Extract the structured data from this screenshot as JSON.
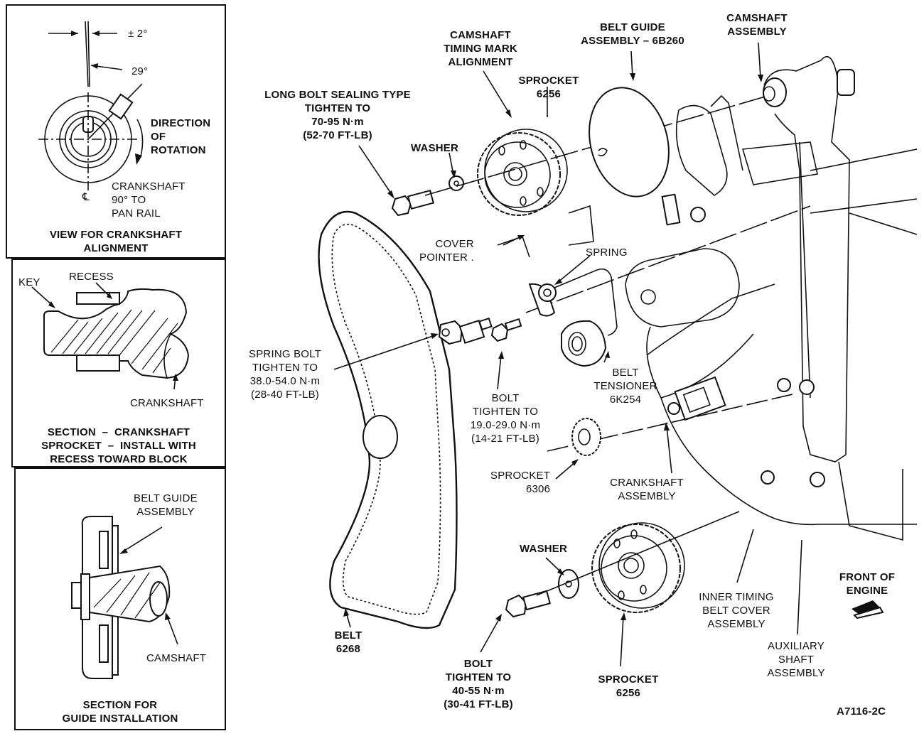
{
  "figure_id": "A7116-2C",
  "panels": {
    "crank_alignment": {
      "tolerance": "± 2°",
      "angle": "29°",
      "centerline_symbol": "℄",
      "direction": "DIRECTION\nOF\nROTATION",
      "note": "CRANKSHAFT\n90° TO\nPAN RAIL",
      "caption": "VIEW FOR CRANKSHAFT\nALIGNMENT"
    },
    "crank_sprocket_section": {
      "key": "KEY",
      "recess": "RECESS",
      "crankshaft": "CRANKSHAFT",
      "caption": "SECTION  –  CRANKSHAFT\nSPROCKET  –  INSTALL WITH\nRECESS TOWARD BLOCK"
    },
    "guide_section": {
      "belt_guide": "BELT GUIDE\nASSEMBLY",
      "camshaft": "CAMSHAFT",
      "caption": "SECTION FOR\nGUIDE INSTALLATION"
    }
  },
  "callouts": {
    "camshaft_timing": "CAMSHAFT\nTIMING MARK\nALIGNMENT",
    "belt_guide": "BELT GUIDE\nASSEMBLY – 6B260",
    "camshaft_assembly": "CAMSHAFT\nASSEMBLY",
    "sprocket_top": "SPROCKET\n6256",
    "long_bolt": "LONG BOLT SEALING TYPE\nTIGHTEN TO\n70-95 N·m\n(52-70 FT-LB)",
    "washer_top": "WASHER",
    "cover_pointer": "COVER\nPOINTER .",
    "spring": "SPRING",
    "spring_bolt": "SPRING BOLT\nTIGHTEN TO\n38.0-54.0 N·m\n(28-40 FT-LB)",
    "bolt_mid": "BOLT\nTIGHTEN TO\n19.0-29.0 N·m\n(14-21 FT-LB)",
    "belt_tensioner": "BELT\nTENSIONER\n6K254",
    "sprocket_crank": "SPROCKET\n6306",
    "crankshaft_assembly": "CRANKSHAFT\nASSEMBLY",
    "washer_bottom": "WASHER",
    "belt": "BELT\n6268",
    "bolt_bottom": "BOLT\nTIGHTEN TO\n40-55 N·m\n(30-41 FT-LB)",
    "sprocket_bottom": "SPROCKET\n6256",
    "inner_cover": "INNER TIMING\nBELT COVER\nASSEMBLY",
    "aux_shaft": "AUXILIARY\nSHAFT\nASSEMBLY",
    "front_of_engine": "FRONT OF\nENGINE"
  }
}
